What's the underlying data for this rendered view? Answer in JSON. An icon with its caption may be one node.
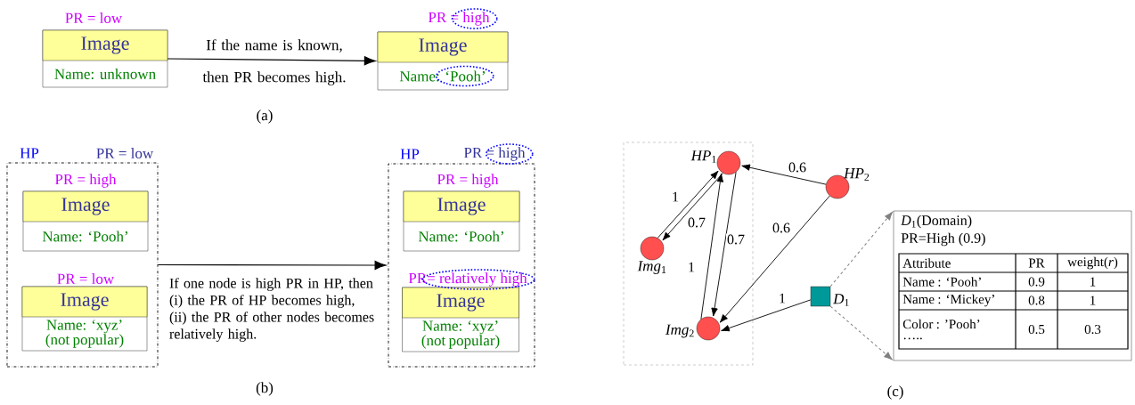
{
  "diagram": {
    "nodes": [
      {
        "text": [
          "Image",
          "Name: unknown"
        ],
        "beside": [
          "PR = low"
        ]
      },
      {
        "text": [
          "Image",
          "Name: ‘Pooh’"
        ],
        "beside": [
          "PR = high"
        ]
      },
      {
        "text": [
          "HP",
          "PR = low"
        ]
      },
      {
        "text": [
          "Image",
          "Name: ‘Pooh’"
        ],
        "beside": [
          "PR = high"
        ],
        "in": 2
      },
      {
        "text": [
          "Image",
          "Name: ‘xyz’ (not popular)"
        ],
        "beside": [
          "PR = low"
        ],
        "in": 2
      },
      {
        "text": [
          "HP",
          "PR = high"
        ]
      },
      {
        "text": [
          "Image",
          "Name: ‘Pooh’"
        ],
        "beside": [
          "PR = high"
        ],
        "in": 5
      },
      {
        "text": [
          "Image",
          "Name: ‘xyz’ (not popular)"
        ],
        "beside": [
          "PR= relatively high"
        ],
        "in": 5
      },
      {
        "text": [],
        "shape": "box"
      },
      {
        "text": [],
        "shape": "circle",
        "beside": [
          "*HP*$_{1}$"
        ],
        "in": 8
      },
      {
        "text": [],
        "shape": "circle",
        "beside": [
          "*Img*$_{1}$"
        ],
        "in": 8
      },
      {
        "text": [],
        "shape": "circle",
        "beside": [
          "*Img*$_{2}$"
        ],
        "in": 8
      },
      {
        "text": [],
        "shape": "circle",
        "beside": [
          "*HP*$_{2}$"
        ]
      },
      {
        "text": [],
        "shape": "box",
        "beside": [
          "*D*$_{1}$"
        ]
      },
      {
        "text": [
          "*D*$_{1}$(Domain)",
          "PR=High (0.9)"
        ]
      }
    ],
    "edges": [
      {
        "from": 0,
        "to": 1,
        "arrow": "to",
        "label": "If the name is known, then PR becomes high."
      },
      {
        "from": 2,
        "to": 5,
        "arrow": "to",
        "label": "If one node  is high PR in HP, then (i) the PR of HP becomes high, (ii) the PR of other nodes becomes relatively high."
      },
      {
        "from": 10,
        "to": 9,
        "arrow": "to",
        "label": "1"
      },
      {
        "from": 9,
        "to": 10,
        "arrow": "to",
        "label": "0.7"
      },
      {
        "from": 11,
        "to": 9,
        "arrow": "to",
        "label": "1"
      },
      {
        "from": 9,
        "to": 11,
        "arrow": "to",
        "label": "0.7"
      },
      {
        "from": 12,
        "to": 9,
        "arrow": "to",
        "label": "0.6"
      },
      {
        "from": 12,
        "to": 11,
        "arrow": "to",
        "label": "0.6"
      },
      {
        "from": 13,
        "to": 11,
        "arrow": "to",
        "label": "1"
      },
      {
        "from": 13,
        "to": 14,
        "arrow": "to",
        "style": "dashed",
        "color": "#808080"
      },
      {
        "from": 13,
        "to": 14,
        "arrow": "to",
        "style": "dashed",
        "color": "#808080"
      }
    ],
    "labels": [
      "(a)",
      "(b)",
      "(c)",
      "Attribute",
      "PR",
      "weight(*r*)",
      "Name : ‘Pooh’",
      "0.9",
      "1",
      "Name : ‘Mickey’",
      "0.8",
      "1",
      "Color : ’Pooh’ …..",
      "0.5",
      "0.3"
    ]
  }
}
